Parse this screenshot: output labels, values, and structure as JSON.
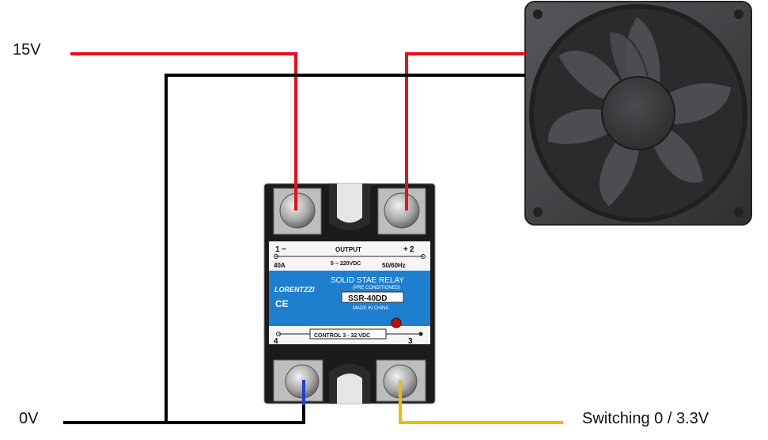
{
  "labels": {
    "supply_positive": "15V",
    "supply_ground": "0V",
    "switching": "Switching 0 / 3.3V"
  },
  "relay": {
    "terminal_1": "1",
    "terminal_1_sign": "−",
    "terminal_2": "2",
    "terminal_2_sign": "+",
    "terminal_3": "3",
    "terminal_4": "4",
    "current": "40A",
    "output_label": "OUTPUT",
    "output_range": "5 ~ 220VDC",
    "frequency": "50/60Hz",
    "brand": "LORENTZZI",
    "title": "SOLID STAE RELAY",
    "subtitle": "(PRE CONDITIONED)",
    "model": "SSR-40DD",
    "origin": "MADE IN CHINA",
    "cert": "CE",
    "control": "CONTROL 3 - 32 VDC"
  },
  "colors": {
    "positive_wire": "#e8101c",
    "ground_wire": "#000000",
    "signal_wire": "#f4b800",
    "control_wire": "#1f3fcc",
    "relay_label_blue": "#1e7fcf",
    "relay_body": "#1b1b1b",
    "fan_body": "#3a3b3d"
  },
  "icons": {
    "fan": "cooling-fan-icon",
    "led": "status-led-icon",
    "screw": "terminal-screw-icon"
  }
}
